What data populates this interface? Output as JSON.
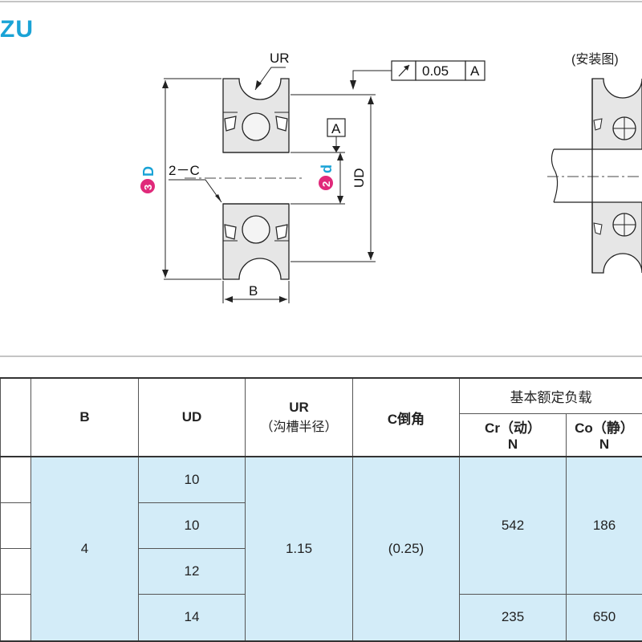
{
  "series_title": "ZU",
  "drawing": {
    "ur_label": "UR",
    "tolerance_value": "0.05",
    "datum_ref": "A",
    "datum_box": "A",
    "chamfer_label": "2－C",
    "d_big_badge_num": "3",
    "d_big_letter": "D",
    "d_small_badge_num": "2",
    "d_small_letter": "d",
    "ud_label": "UD",
    "b_label": "B",
    "mount_caption": "(安装图)",
    "colors": {
      "badge": "#e0297a",
      "accent": "#1aa3d6",
      "body": "#e8e8e8"
    }
  },
  "table": {
    "headers": {
      "b": "B",
      "ud": "UD",
      "ur_main": "UR",
      "ur_sub": "（沟槽半径）",
      "c": "C倒角",
      "load_group": "基本额定负载",
      "cr_main": "Cr（动）",
      "cr_unit": "N",
      "co_main": "Co（静）",
      "co_unit": "N"
    },
    "b_value": "4",
    "ur_value": "1.15",
    "c_value": "(0.25)",
    "ud_values": [
      "10",
      "10",
      "12",
      "14"
    ],
    "cr_values": [
      "542",
      "235"
    ],
    "co_values": [
      "186",
      "650"
    ]
  }
}
